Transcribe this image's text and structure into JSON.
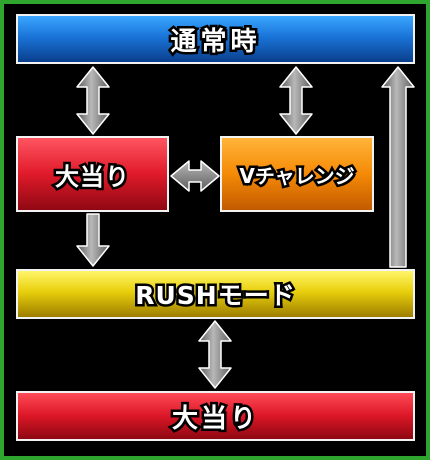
{
  "nodes": {
    "normal": {
      "label": "通常時"
    },
    "bigwin_1": {
      "label": "大当り"
    },
    "v_challenge": {
      "label": "Vチャレンジ"
    },
    "rush_mode": {
      "label": "RUSHモード"
    },
    "bigwin_2": {
      "label": "大当り"
    }
  },
  "colors": {
    "frame": "#2fa52f",
    "background": "#000000",
    "normal": "#1a74d8",
    "bigwin": "#e01a2a",
    "v_challenge": "#f58a06",
    "rush_mode": "#e8cf0c",
    "arrow": "#8a8a8a"
  },
  "edges": [
    {
      "from": "normal",
      "to": "bigwin_1",
      "direction": "both"
    },
    {
      "from": "normal",
      "to": "v_challenge",
      "direction": "both"
    },
    {
      "from": "bigwin_1",
      "to": "v_challenge",
      "direction": "both"
    },
    {
      "from": "bigwin_1",
      "to": "rush_mode",
      "direction": "forward"
    },
    {
      "from": "rush_mode",
      "to": "normal",
      "direction": "forward"
    },
    {
      "from": "rush_mode",
      "to": "bigwin_2",
      "direction": "both"
    }
  ]
}
